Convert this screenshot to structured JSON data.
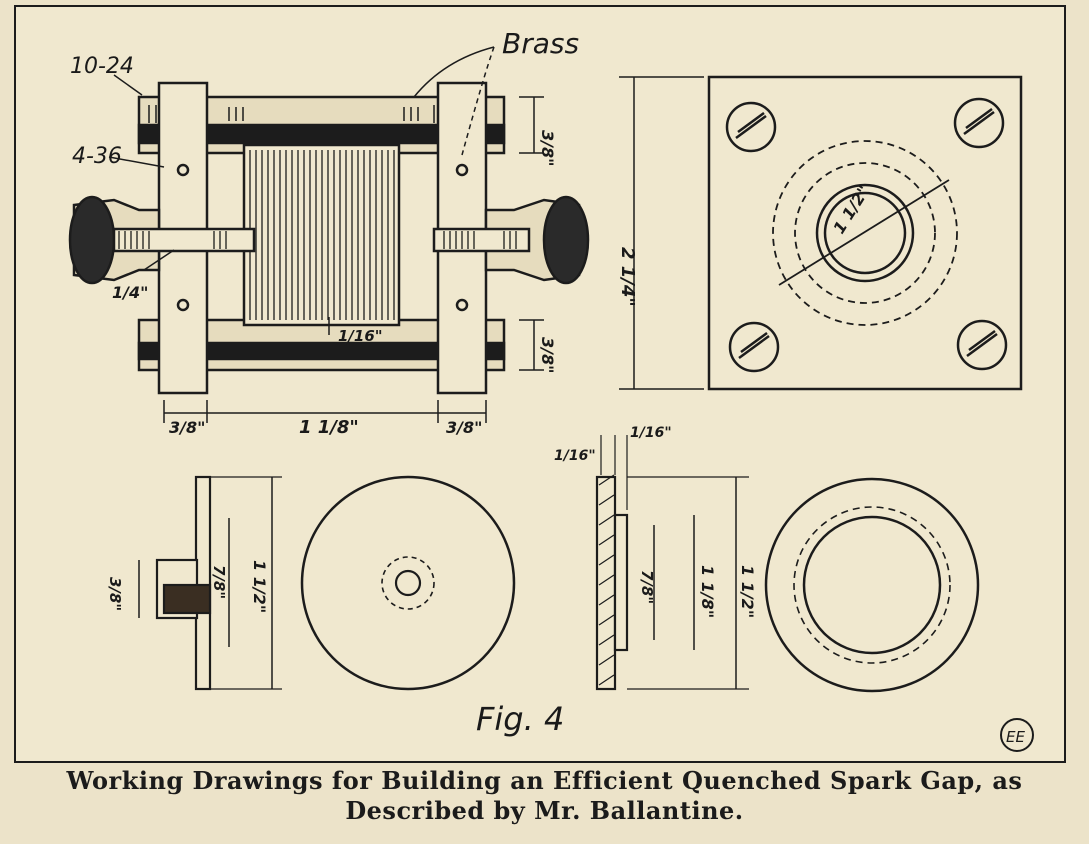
{
  "drawing": {
    "labels": {
      "brass": "Brass",
      "screw_10_24": "10-24",
      "screw_4_36": "4-36",
      "fig": "Fig. 4",
      "monogram": "EE"
    },
    "dimensions": {
      "rod_diameter": "3/8\"",
      "rod_diameter_lower": "3/8\"",
      "gap_offset": "1/16\"",
      "bolt_depth": "1/4\"",
      "end_plate_left": "3/8\"",
      "stack_length": "1 1/8\"",
      "end_plate_right": "3/8\"",
      "plate_width": "2 1/4\"",
      "disk_diameter": "1 1/2\"",
      "hub_height": "3/8\"",
      "inner_face": "7/8\"",
      "overall_face": "1 1/2\"",
      "rim_left": "1/16\"",
      "rim_right": "1/16\"",
      "ring_inner": "1 1/8\"",
      "ring_face": "7/8\"",
      "ring_overall": "1 1/2\""
    }
  },
  "caption": {
    "line1": "Working Drawings for Building an Efficient Quenched Spark Gap, as",
    "line2": "Described by Mr. Ballantine."
  }
}
